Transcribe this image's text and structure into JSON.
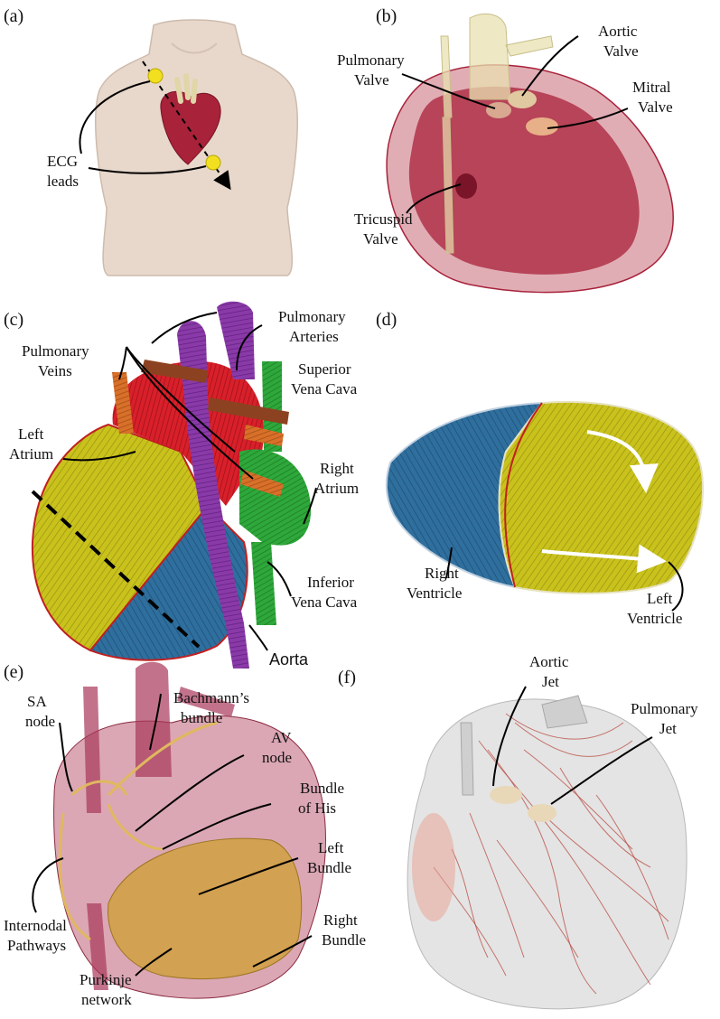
{
  "panels": {
    "a": {
      "tag": "(a)",
      "labels": {
        "ecg_1": "ECG",
        "ecg_2": "leads"
      }
    },
    "b": {
      "tag": "(b)",
      "labels": {
        "pulm_1": "Pulmonary",
        "pulm_2": "Valve",
        "aortic_1": "Aortic",
        "aortic_2": "Valve",
        "mitral_1": "Mitral",
        "mitral_2": "Valve",
        "tric_1": "Tricuspid",
        "tric_2": "Valve"
      }
    },
    "c": {
      "tag": "(c)",
      "labels": {
        "pa_1": "Pulmonary",
        "pa_2": "Arteries",
        "pv_1": "Pulmonary",
        "pv_2": "Veins",
        "svc_1": "Superior",
        "svc_2": "Vena Cava",
        "la_1": "Left",
        "la_2": "Atrium",
        "ra_1": "Right",
        "ra_2": "Atrium",
        "ivc_1": "Inferior",
        "ivc_2": "Vena Cava",
        "aorta": "Aorta"
      }
    },
    "d": {
      "tag": "(d)",
      "labels": {
        "rv_1": "Right",
        "rv_2": "Ventricle",
        "lv_1": "Left",
        "lv_2": "Ventricle"
      }
    },
    "e": {
      "tag": "(e)",
      "labels": {
        "sa_1": "SA",
        "sa_2": "node",
        "bach_1": "Bachmann’s",
        "bach_2": "bundle",
        "av_1": "AV",
        "av_2": "node",
        "his_1": "Bundle",
        "his_2": "of His",
        "lb_1": "Left",
        "lb_2": "Bundle",
        "rb_1": "Right",
        "rb_2": "Bundle",
        "in_1": "Internodal",
        "in_2": "Pathways",
        "pk_1": "Purkinje",
        "pk_2": "network"
      }
    },
    "f": {
      "tag": "(f)",
      "labels": {
        "aj_1": "Aortic",
        "aj_2": "Jet",
        "pj_1": "Pulmonary",
        "pj_2": "Jet"
      }
    }
  },
  "colors": {
    "torso": "#e8d8cb",
    "heart_red": "#a8223a",
    "valve": "#e8e0b0",
    "fiber_yellow": "#c9c21c",
    "fiber_blue": "#2f6f9e",
    "atrium_red": "#d8202a",
    "aorta_purple": "#8a3aa8",
    "vena_green": "#2ea83a",
    "vein_orange": "#d8702a",
    "conduction_tan": "#e0b860",
    "flow_red": "#b84a40"
  },
  "icons": [
    "ecg-electrode-icon",
    "arrow-icon"
  ]
}
